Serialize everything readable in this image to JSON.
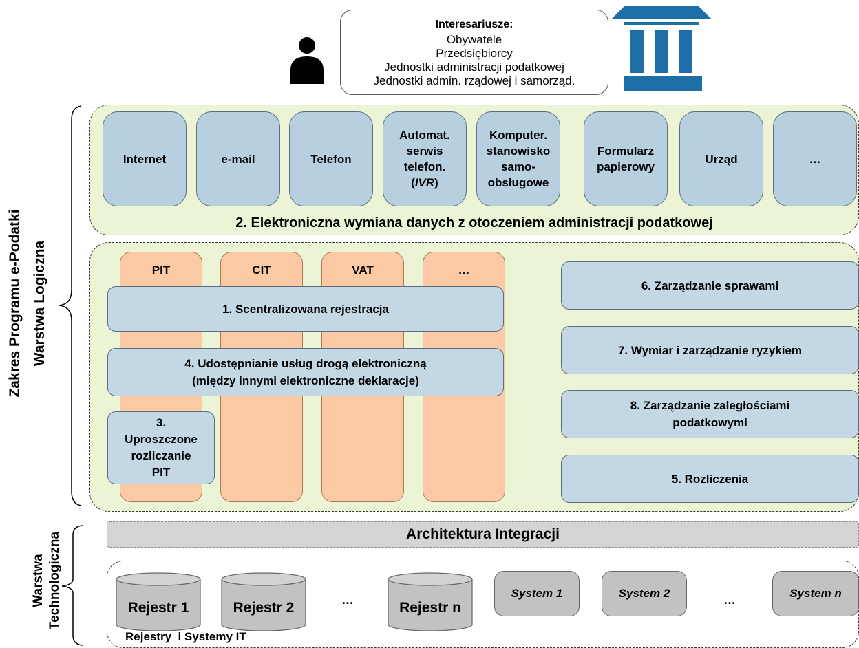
{
  "stakeholders": {
    "header": "Interesariusze:",
    "lines": [
      "Obywatele",
      "Przedsiębiorcy",
      "Jednostki administracji podatkowej",
      "Jednostki admin. rządowej i samorząd."
    ]
  },
  "icons": {
    "person": "person-icon",
    "building": "government-building-icon",
    "database": "database-cylinder-icon"
  },
  "colors": {
    "green_area": "#ebf5d5",
    "channel_box": "#b8cfe0",
    "function_box": "#c3d7e5",
    "tax_column": "#fbc9a4",
    "system_box": "#c2c2c2",
    "building": "#1e6fa8"
  },
  "channels": {
    "items": [
      [
        "Internet"
      ],
      [
        "e-mail"
      ],
      [
        "Telefon"
      ],
      [
        "Automat.",
        "serwis",
        "telefon.",
        "(IVR)"
      ],
      [
        "Komputer.",
        "stanowisko",
        "samo-",
        "obsługowe"
      ],
      [
        "Formularz",
        "papierowy"
      ],
      [
        "Urząd"
      ],
      [
        "…"
      ]
    ],
    "caption": "2. Elektroniczna wymiana danych z otoczeniem administracji podatkowej"
  },
  "logical": {
    "taxes": [
      "PIT",
      "CIT",
      "VAT",
      "…"
    ],
    "registration": "1. Scentralizowana rejestracja",
    "eservices": [
      "4. Udostępnianie usług drogą elektroniczną",
      "(między innymi elektroniczne deklaracje)"
    ],
    "simplified_pit": [
      "3.",
      "Uproszczone",
      "rozliczanie",
      "PIT"
    ],
    "right_boxes": [
      [
        "6. Zarządzanie sprawami"
      ],
      [
        "7. Wymiar i zarządzanie ryzykiem"
      ],
      [
        "8. Zarządzanie zaległościami",
        "podatkowymi"
      ],
      [
        "5. Rozliczenia"
      ]
    ]
  },
  "technology": {
    "integration": "Architektura Integracji",
    "registers": [
      "Rejestr 1",
      "Rejestr 2",
      "…",
      "Rejestr n"
    ],
    "systems": [
      "System 1",
      "System 2",
      "…",
      "System n"
    ],
    "caption": "Rejestry  i Systemy IT"
  },
  "side_labels": {
    "logical": [
      "Zakres Programu e-Podatki",
      "Warstwa Logiczna"
    ],
    "technology": [
      "Warstwa",
      "Technologiczna"
    ]
  }
}
